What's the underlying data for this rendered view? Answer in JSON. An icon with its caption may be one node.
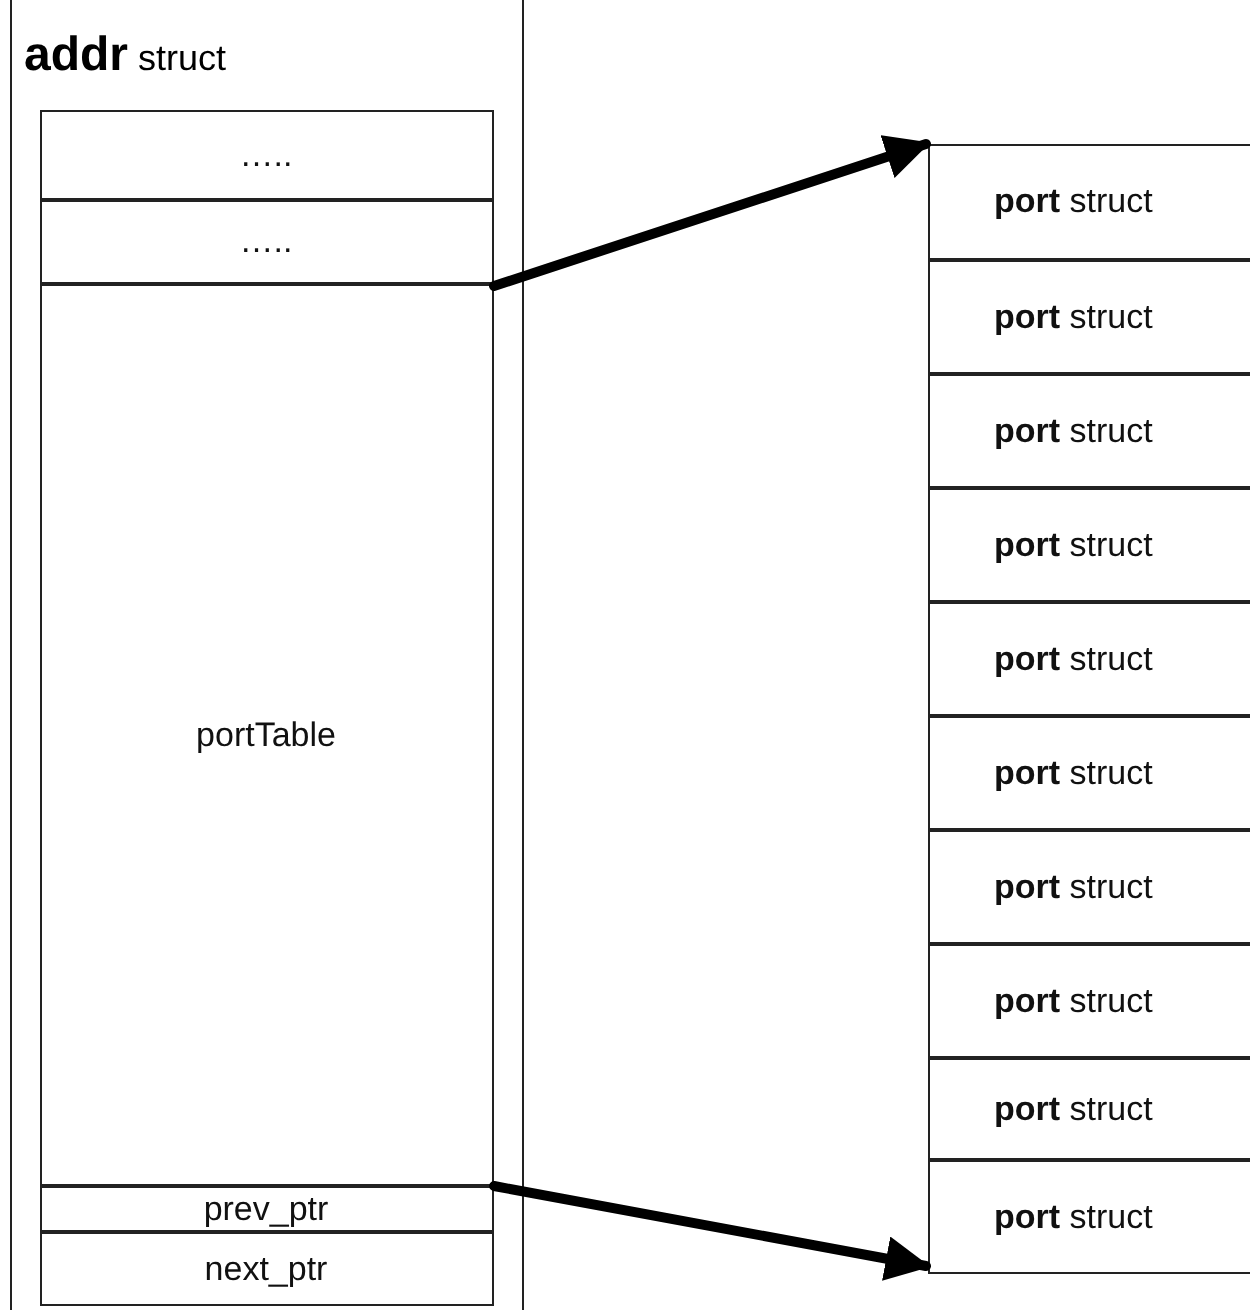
{
  "diagram": {
    "nodes": [
      {
        "text": [
          "**addr** struct"
        ]
      },
      {
        "text": [
          "….."
        ],
        "in": 0
      },
      {
        "text": [
          "….."
        ],
        "in": 0
      },
      {
        "text": [
          "portTable"
        ],
        "in": 0
      },
      {
        "text": [
          "prev_ptr"
        ],
        "in": 0
      },
      {
        "text": [
          "next_ptr"
        ],
        "in": 0
      },
      {
        "text": [
          "**port** struct"
        ]
      },
      {
        "text": [
          "**port** struct"
        ]
      },
      {
        "text": [
          "**port** struct"
        ]
      },
      {
        "text": [
          "**port** struct"
        ]
      },
      {
        "text": [
          "**port** struct"
        ]
      },
      {
        "text": [
          "**port** struct"
        ]
      },
      {
        "text": [
          "**port** struct"
        ]
      },
      {
        "text": [
          "**port** struct"
        ]
      },
      {
        "text": [
          "**port** struct"
        ]
      },
      {
        "text": [
          "**port** struct"
        ]
      }
    ],
    "edges": [
      {
        "from": 3,
        "to": 6,
        "arrow": "to"
      },
      {
        "from": 3,
        "to": 15,
        "arrow": "to"
      }
    ]
  }
}
